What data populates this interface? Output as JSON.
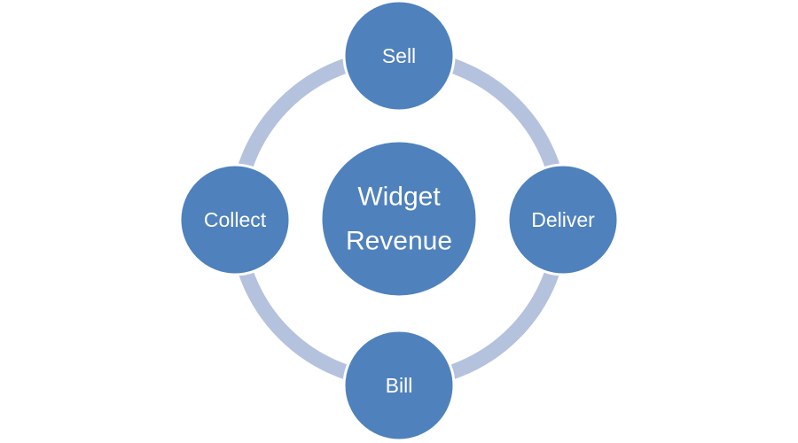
{
  "diagram": {
    "center": {
      "line1": "Widget",
      "line2": "Revenue"
    },
    "nodes": {
      "top": "Sell",
      "right": "Deliver",
      "bottom": "Bill",
      "left": "Collect"
    }
  },
  "colors": {
    "node_fill": "#4f81bd",
    "node_border": "#ffffff",
    "ring": "#b4c2de",
    "text": "#ffffff"
  }
}
